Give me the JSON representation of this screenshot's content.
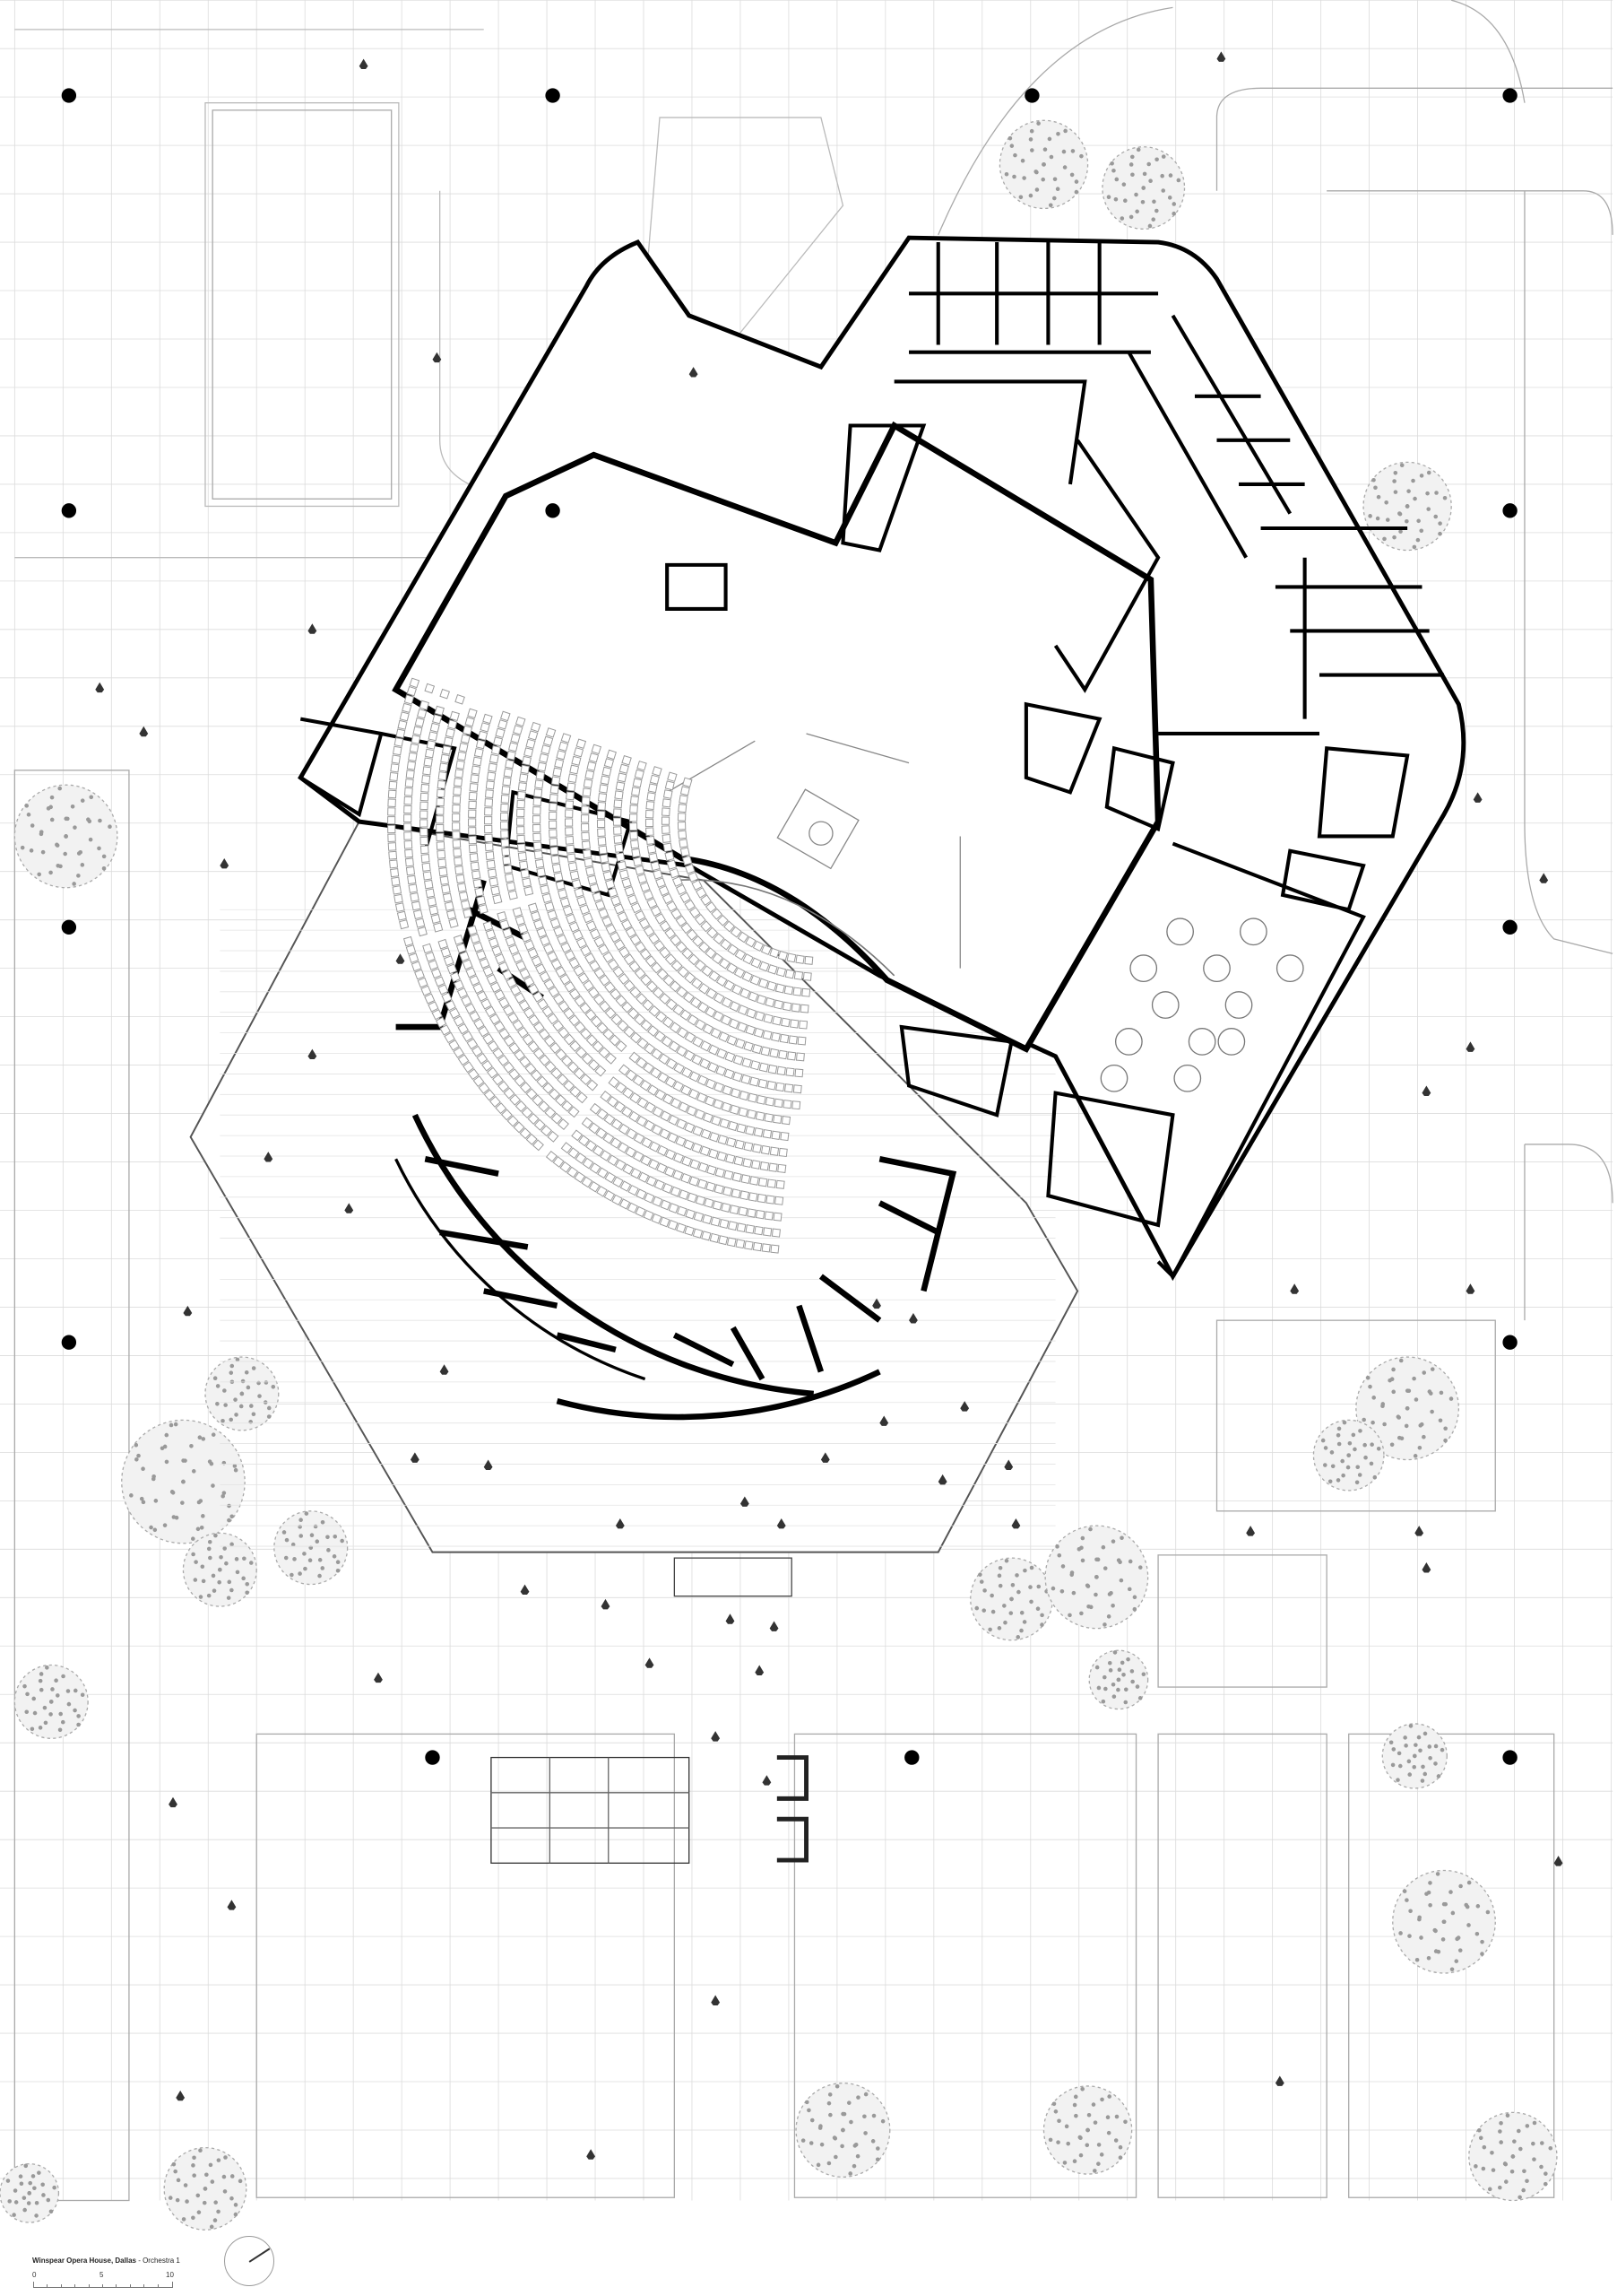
{
  "drawing": {
    "title": "Winspear Opera House, Dallas",
    "separator": " - ",
    "subtitle": "Orchestra 1",
    "scale_labels": [
      "0",
      "5",
      "10"
    ]
  },
  "colors": {
    "wall": "#000000",
    "line": "#9a9a9a",
    "grid": "#d6d6d6",
    "background": "#ffffff"
  },
  "icons": [
    "north-arrow-icon",
    "tree-icon",
    "person-icon",
    "column-icon",
    "seat-icon"
  ]
}
